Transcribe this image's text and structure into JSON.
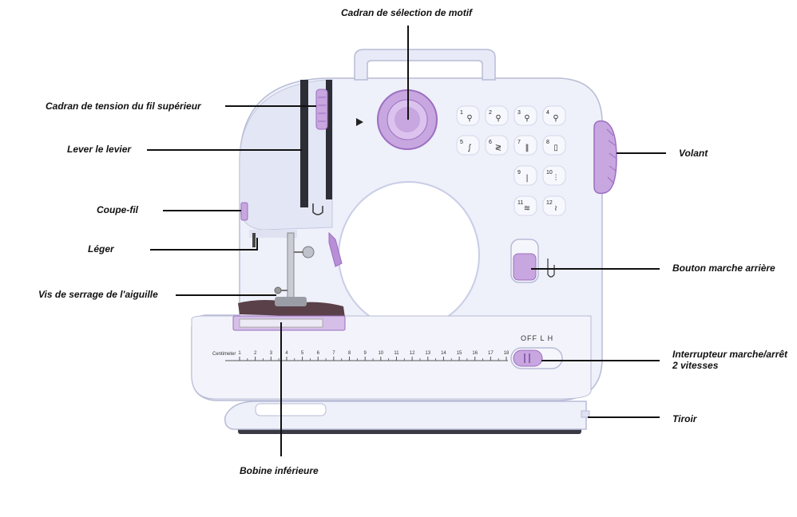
{
  "labels": {
    "pattern_dial": "Cadran de sélection de motif",
    "thread_tension": "Cadran de tension du fil supérieur",
    "lever": "Lever le levier",
    "thread_cutter": "Coupe-fil",
    "light": "Léger",
    "needle_screw": "Vis de serrage de l'aiguille",
    "bobbin": "Bobine inférieure",
    "handwheel": "Volant",
    "reverse": "Bouton marche arrière",
    "switch_line1": "Interrupteur marche/arrêt",
    "switch_line2": "2 vitesses",
    "drawer": "Tiroir"
  },
  "machine": {
    "ruler_title": "Centimeter",
    "ruler_numbers": [
      "1",
      "2",
      "3",
      "4",
      "5",
      "6",
      "7",
      "8",
      "9",
      "10",
      "11",
      "12",
      "13",
      "14",
      "15",
      "16",
      "17",
      "18"
    ],
    "stitch_numbers": [
      "1",
      "2",
      "3",
      "4",
      "5",
      "6",
      "7",
      "8",
      "9",
      "10",
      "11",
      "12"
    ],
    "switch_text": "OFF L H"
  },
  "colors": {
    "body": "#eef0fa",
    "body_shadow": "#c9cde6",
    "accent": "#c8a6e0",
    "accent_dark": "#9b6fc0",
    "outline": "#b8bcd6",
    "leader": "#111111"
  }
}
